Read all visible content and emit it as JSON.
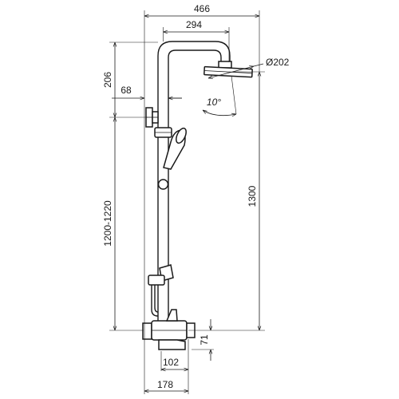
{
  "dimensions": {
    "overall_width": "466",
    "rail_to_head": "294",
    "head_diameter": "Ø202",
    "head_angle": "10°",
    "top_height": "206",
    "wall_offset": "68",
    "rail_height": "1200-1220",
    "head_height": "1300",
    "outlet_drop": "71",
    "spout_width": "102",
    "mixer_depth": "178"
  }
}
